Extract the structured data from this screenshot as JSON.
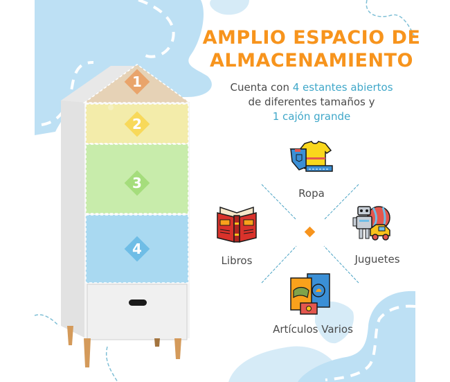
{
  "header": {
    "title_line1": "AMPLIO ESPACIO DE",
    "title_line2": "ALMACENAMIENTO"
  },
  "description": {
    "line1_plain": "Cuenta con ",
    "line1_highlight": "4 estantes abiertos",
    "line2_plain": "de diferentes tamaños y",
    "line3_highlight": "1 cajón grande"
  },
  "shelf_numbers": [
    "1",
    "2",
    "3",
    "4"
  ],
  "categories": [
    {
      "label": "Ropa",
      "icon": "clothes-icon"
    },
    {
      "label": "Libros",
      "icon": "book-icon"
    },
    {
      "label": "Juguetes",
      "icon": "toys-icon"
    },
    {
      "label": "Artículos Varios",
      "icon": "snacks-icon"
    }
  ],
  "colors": {
    "accent_orange": "#f7941d",
    "highlight_blue": "#3fa7c9",
    "blob_blue": "#bde0f4",
    "shelf1": "#e9c9a0",
    "shelf2": "#f3ea9e",
    "shelf3": "#c6eaa6",
    "shelf4": "#a9d8f0"
  }
}
